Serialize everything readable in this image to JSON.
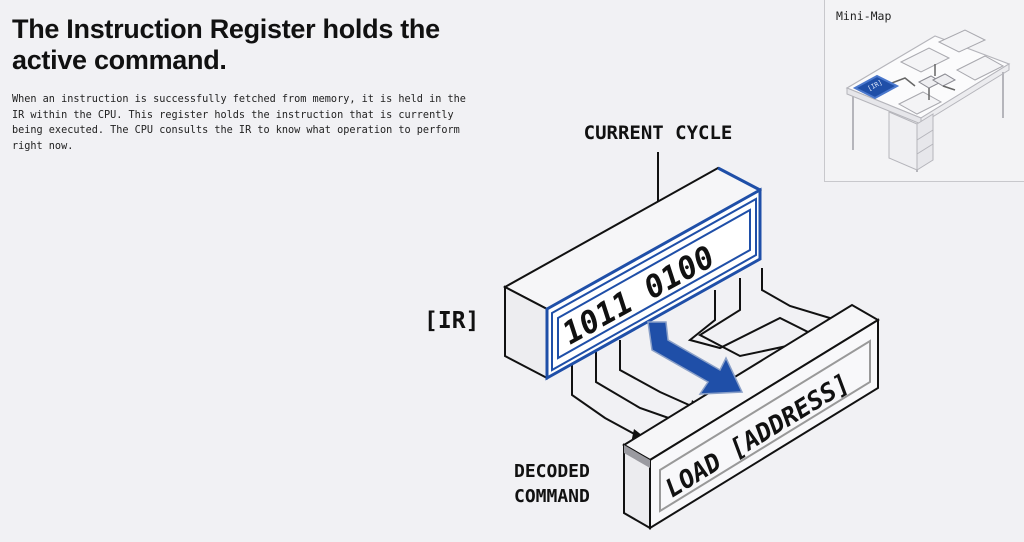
{
  "header": {
    "title": "The Instruction Register holds the active command.",
    "description": "When an instruction is successfully fetched from memory, it is held in the IR within the CPU. This register holds the instruction that is currently being executed. The CPU consults the IR to know what operation to perform right now."
  },
  "minimap": {
    "title": "Mini-Map",
    "highlighted_label": "[IR]",
    "highlight_color": "#1f4fa8"
  },
  "diagram": {
    "current_cycle_label": "CURRENT CYCLE",
    "register_label": "[IR]",
    "register_value": "1011 0100",
    "decoded_label_line1": "DECODED",
    "decoded_label_line2": "COMMAND",
    "decoded_value": "LOAD [ADDRESS]",
    "accent_color": "#1f4fa8"
  }
}
